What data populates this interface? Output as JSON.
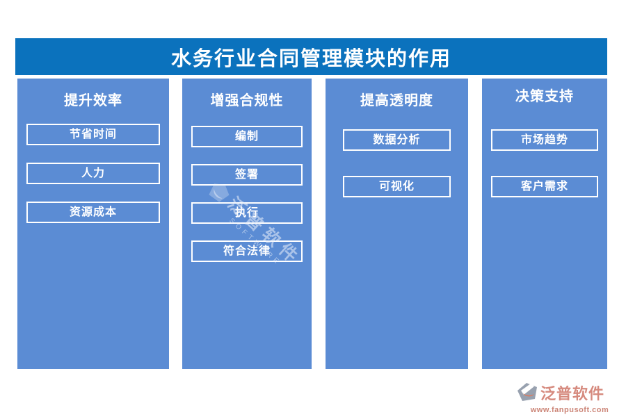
{
  "title": "水务行业合同管理模块的作用",
  "columns": [
    {
      "header": "提升效率",
      "items": [
        "节省时间",
        "人力",
        "资源成本"
      ]
    },
    {
      "header": "增强合规性",
      "items": [
        "编制",
        "签署",
        "执行",
        "符合法律"
      ]
    },
    {
      "header": "提高透明度",
      "items": [
        "数据分析",
        "可视化"
      ]
    },
    {
      "header": "决策支持",
      "items": [
        "市场趋势",
        "客户需求"
      ]
    }
  ],
  "watermark": {
    "brand": "泛普软件",
    "subtext": "SOFTWARE"
  },
  "footer": {
    "brand": "泛普软件",
    "url": "www.fanpusoft.com"
  },
  "colors": {
    "title_bar_bg": "#0b72bd",
    "title_text": "#ffffff",
    "column_bg": "#5b8cd4",
    "box_border": "#ffffff",
    "box_text": "#ffffff",
    "logo_text": "#d68a7e",
    "logo_url": "#cc8577",
    "logo_icon_body": "#98a1af",
    "logo_icon_accent": "#e0795a"
  }
}
